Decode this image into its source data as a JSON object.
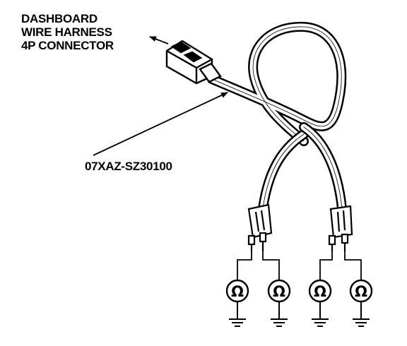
{
  "labels": {
    "connector_lines": [
      "DASHBOARD",
      "WIRE HARNESS",
      "4P CONNECTOR"
    ],
    "part_number": "07XAZ-SZ30100"
  },
  "meters": {
    "symbol": "Ω",
    "count": 4
  },
  "colors": {
    "ink": "#000000",
    "background": "#ffffff"
  }
}
